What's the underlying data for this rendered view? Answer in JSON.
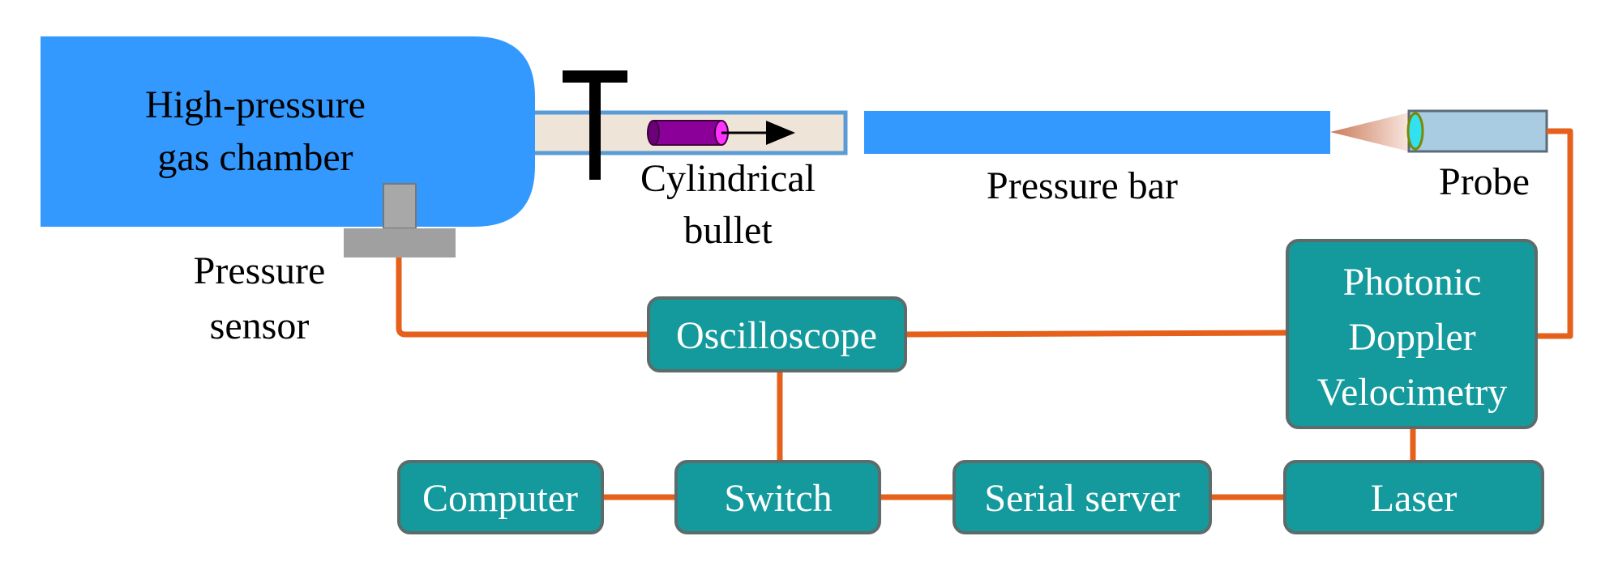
{
  "labels": {
    "chamber_line1": "High-pressure",
    "chamber_line2": "gas chamber",
    "bullet_line1": "Cylindrical",
    "bullet_line2": "bullet",
    "pressure_bar": "Pressure bar",
    "probe": "Probe",
    "sensor_line1": "Pressure",
    "sensor_line2": "sensor"
  },
  "boxes": {
    "oscilloscope": "Oscilloscope",
    "pdv_line1": "Photonic",
    "pdv_line2": "Doppler",
    "pdv_line3": "Velocimetry",
    "computer": "Computer",
    "switch": "Switch",
    "serial_server": "Serial server",
    "laser": "Laser"
  },
  "colors": {
    "chamber": "#3399ff",
    "box_fill": "#149a9c",
    "wire": "#e5601a",
    "bullet": "#8b0099",
    "probe": "#a9cce3"
  }
}
